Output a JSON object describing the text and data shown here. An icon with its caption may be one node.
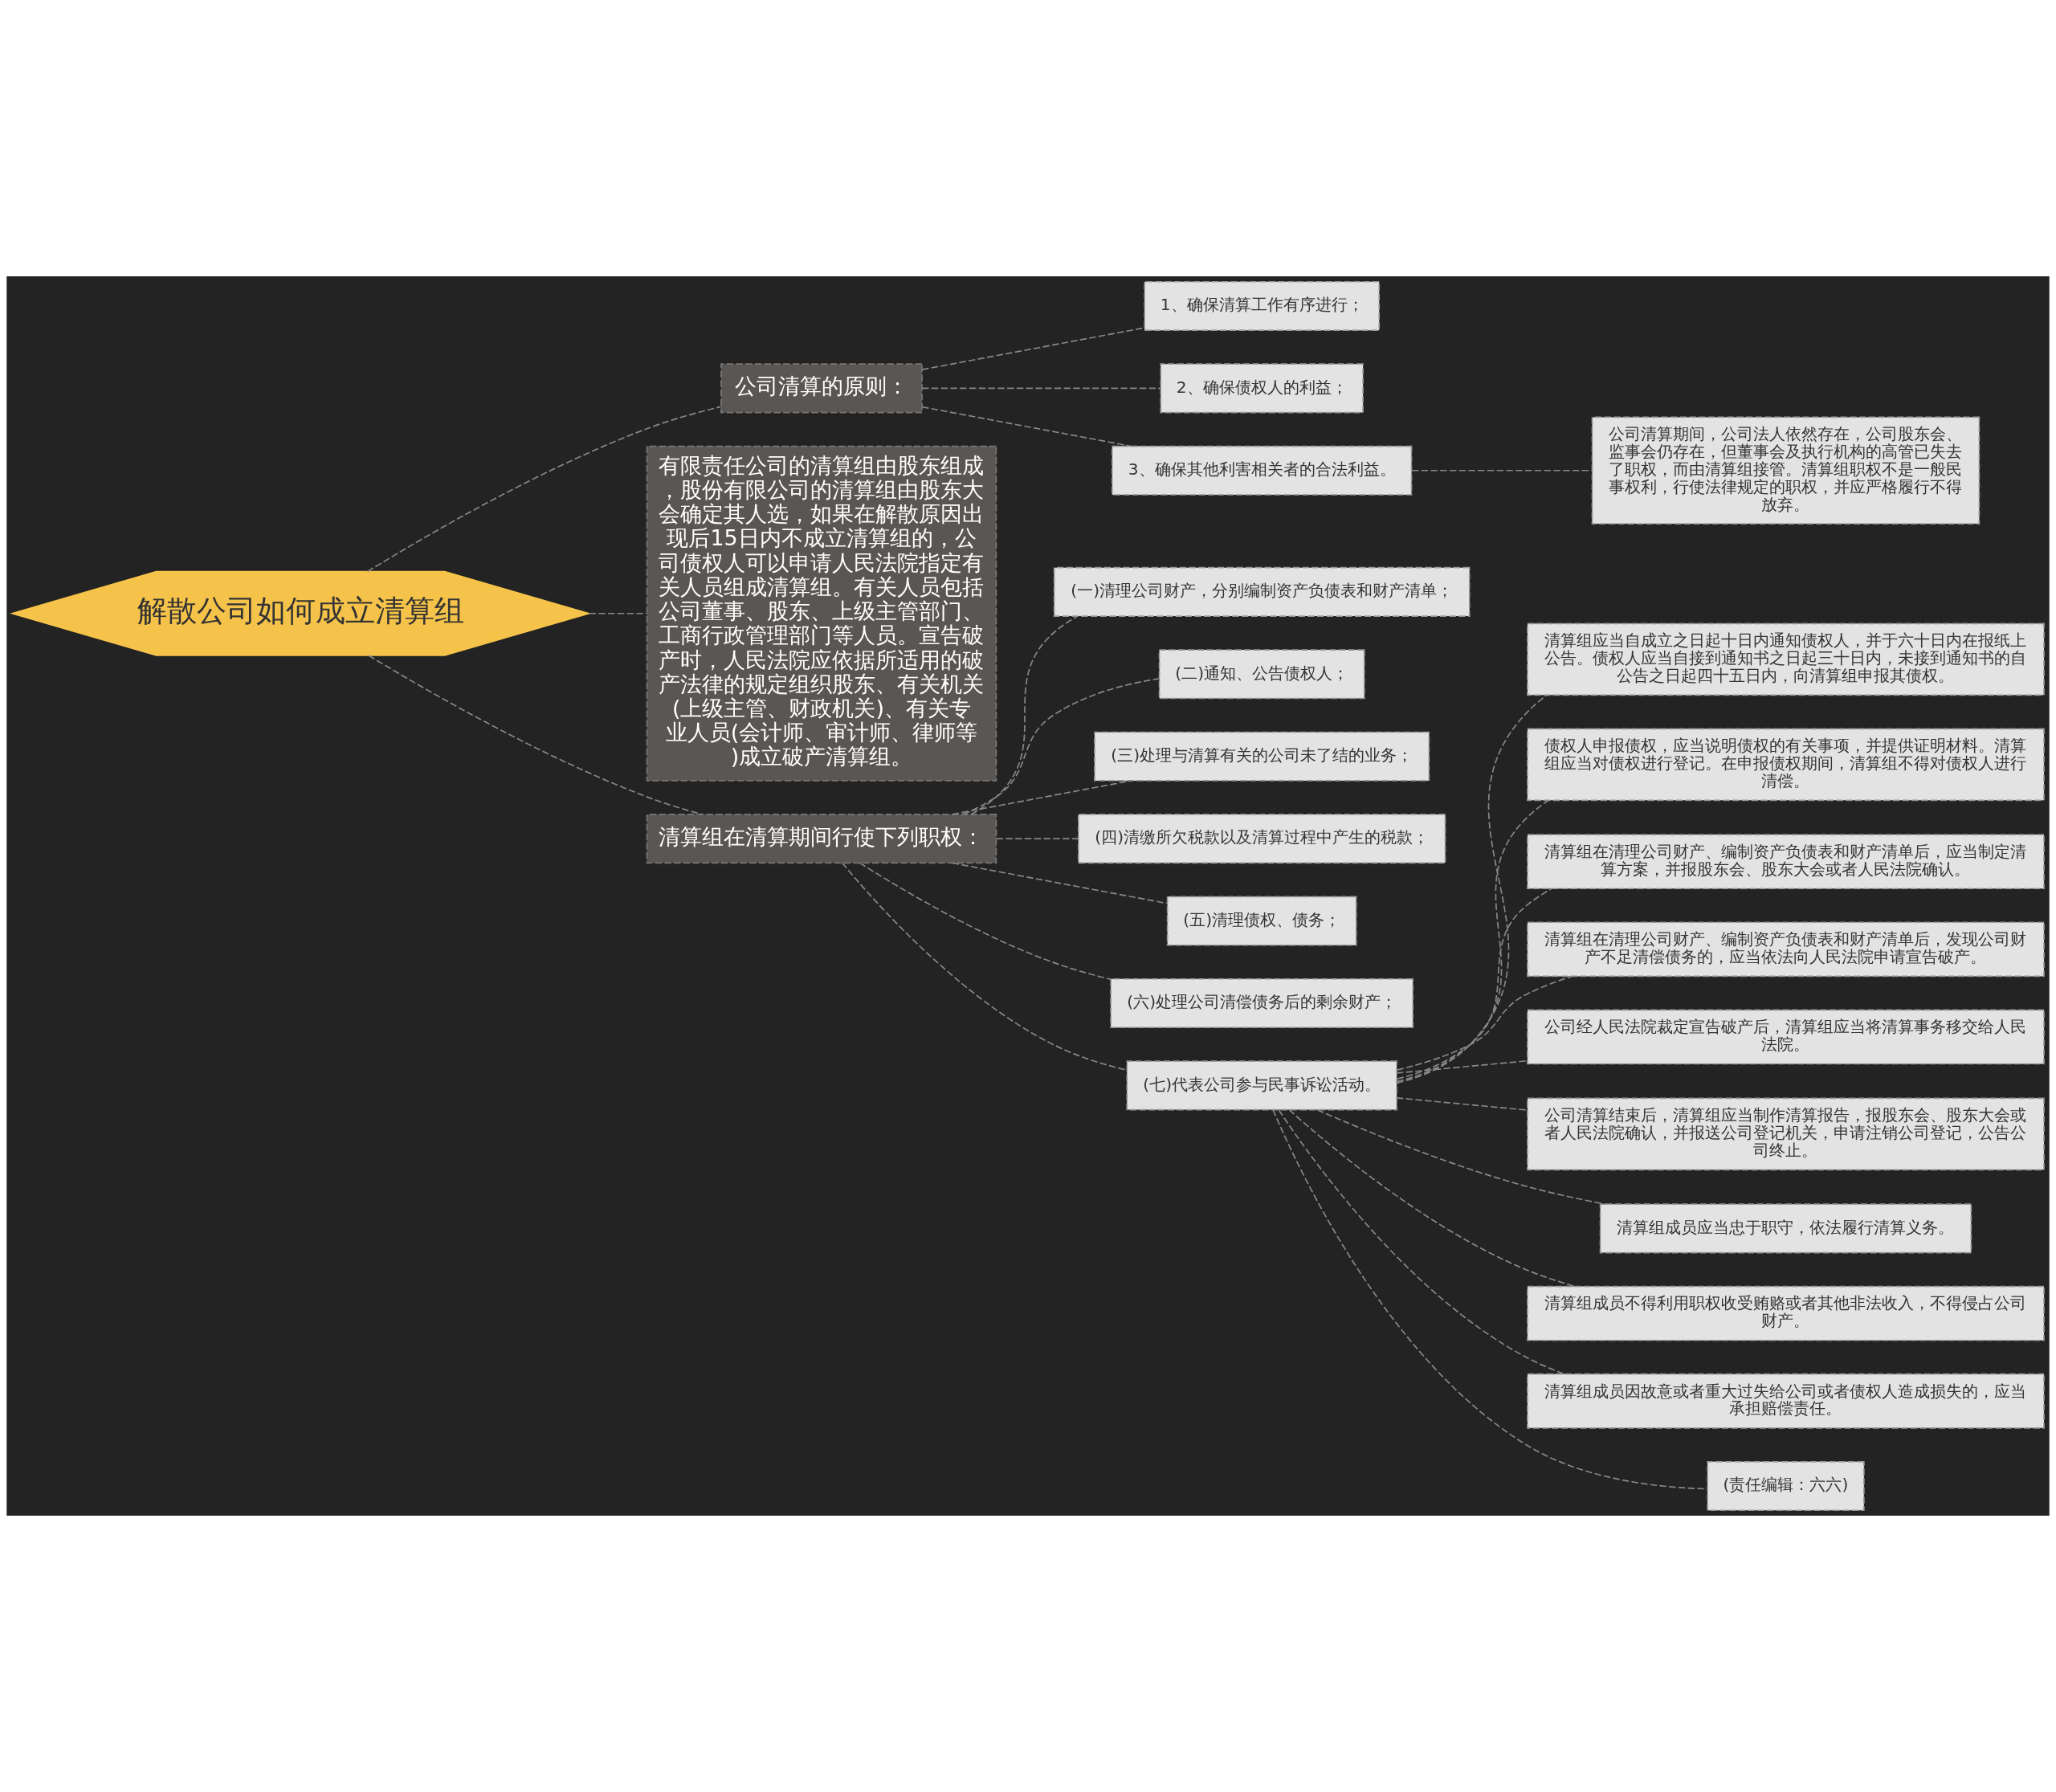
{
  "diagram": {
    "nodes": [
      {
        "text": [
          "解散公司如何成立清算组"
        ]
      },
      {
        "text": [
          "公司清算的原则："
        ]
      },
      {
        "text": [
          "1、确保清算工作有序进行；"
        ]
      },
      {
        "text": [
          "2、确保债权人的利益；"
        ]
      },
      {
        "text": [
          "3、确保其他利害相关者的合法利益。"
        ]
      },
      {
        "text": [
          "公司清算期间，公司法人依然存在，公司股东会、监事会仍存在，但董事会及执行机构的高管已失去了职权，而由清算组接管。清算组职权不是一般民事权利，行使法律规定的职权，并应严格履行不得放弃。"
        ]
      },
      {
        "text": [
          "有限责任公司的清算组由股东组成，股份有限公司的清算组由股东大会确定其人选，如果在解散原因出现后15日内不成立清算组的，公司债权人可以申请人民法院指定有关人员组成清算组。有关人员包括公司董事、股东、上级主管部门、工商行政管理部门等人员。宣告破产时，人民法院应依据所适用的破产法律的规定组织股东、有关机关(上级主管、财政机关)、有关专业人员(会计师、审计师、律师等)成立破产清算组。"
        ]
      },
      {
        "text": [
          "清算组在清算期间行使下列职权："
        ]
      },
      {
        "text": [
          "(一)清理公司财产，分别编制资产负债表和财产清单；"
        ]
      },
      {
        "text": [
          "(二)通知、公告债权人；"
        ]
      },
      {
        "text": [
          "(三)处理与清算有关的公司未了结的业务；"
        ]
      },
      {
        "text": [
          "(四)清缴所欠税款以及清算过程中产生的税款；"
        ]
      },
      {
        "text": [
          "(五)清理债权、债务；"
        ]
      },
      {
        "text": [
          "(六)处理公司清偿债务后的剩余财产；"
        ]
      },
      {
        "text": [
          "(七)代表公司参与民事诉讼活动。"
        ]
      },
      {
        "text": [
          "清算组应当自成立之日起十日内通知债权人，并于六十日内在报纸上公告。债权人应当自接到通知书之日起三十日内，未接到通知书的自公告之日起四十五日内，向清算组申报其债权。"
        ]
      },
      {
        "text": [
          "债权人申报债权，应当说明债权的有关事项，并提供证明材料。清算组应当对债权进行登记。在申报债权期间，清算组不得对债权人进行清偿。"
        ]
      },
      {
        "text": [
          "清算组在清理公司财产、编制资产负债表和财产清单后，应当制定清算方案，并报股东会、股东大会或者人民法院确认。"
        ]
      },
      {
        "text": [
          "清算组在清理公司财产、编制资产负债表和财产清单后，发现公司财产不足清偿债务的，应当依法向人民法院申请宣告破产。"
        ]
      },
      {
        "text": [
          "公司经人民法院裁定宣告破产后，清算组应当将清算事务移交给人民法院。"
        ]
      },
      {
        "text": [
          "公司清算结束后，清算组应当制作清算报告，报股东会、股东大会或者人民法院确认，并报送公司登记机关，申请注销公司登记，公告公司终止。"
        ]
      },
      {
        "text": [
          "清算组成员应当忠于职守，依法履行清算义务。"
        ]
      },
      {
        "text": [
          "清算组成员不得利用职权收受贿赂或者其他非法收入，不得侵占公司财产。"
        ]
      },
      {
        "text": [
          "清算组成员因故意或者重大过失给公司或者债权人造成损失的，应当承担赔偿责任。"
        ]
      },
      {
        "text": [
          "(责任编辑：六六)"
        ]
      }
    ],
    "edges": [
      {
        "from": 0,
        "to": 1,
        "arrow": "none",
        "style": "dashed"
      },
      {
        "from": 1,
        "to": 2,
        "arrow": "none",
        "style": "dashed"
      },
      {
        "from": 1,
        "to": 3,
        "arrow": "none",
        "style": "dashed"
      },
      {
        "from": 1,
        "to": 4,
        "arrow": "none",
        "style": "dashed"
      },
      {
        "from": 4,
        "to": 5,
        "arrow": "none",
        "style": "dashed"
      },
      {
        "from": 0,
        "to": 6,
        "arrow": "none",
        "style": "dashed"
      },
      {
        "from": 0,
        "to": 7,
        "arrow": "none",
        "style": "dashed"
      },
      {
        "from": 7,
        "to": 8,
        "arrow": "none",
        "style": "dashed"
      },
      {
        "from": 7,
        "to": 9,
        "arrow": "none",
        "style": "dashed"
      },
      {
        "from": 7,
        "to": 10,
        "arrow": "none",
        "style": "dashed"
      },
      {
        "from": 7,
        "to": 11,
        "arrow": "none",
        "style": "dashed"
      },
      {
        "from": 7,
        "to": 12,
        "arrow": "none",
        "style": "dashed"
      },
      {
        "from": 7,
        "to": 13,
        "arrow": "none",
        "style": "dashed"
      },
      {
        "from": 7,
        "to": 14,
        "arrow": "none",
        "style": "dashed"
      },
      {
        "from": 14,
        "to": 15,
        "arrow": "none",
        "style": "dashed"
      },
      {
        "from": 14,
        "to": 16,
        "arrow": "none",
        "style": "dashed"
      },
      {
        "from": 14,
        "to": 17,
        "arrow": "none",
        "style": "dashed"
      },
      {
        "from": 14,
        "to": 18,
        "arrow": "none",
        "style": "dashed"
      },
      {
        "from": 14,
        "to": 19,
        "arrow": "none",
        "style": "dashed"
      },
      {
        "from": 14,
        "to": 20,
        "arrow": "none",
        "style": "dashed"
      },
      {
        "from": 14,
        "to": 21,
        "arrow": "none",
        "style": "dashed"
      },
      {
        "from": 14,
        "to": 22,
        "arrow": "none",
        "style": "dashed"
      },
      {
        "from": 14,
        "to": 23,
        "arrow": "none",
        "style": "dashed"
      },
      {
        "from": 14,
        "to": 24,
        "arrow": "none",
        "style": "dashed"
      }
    ]
  }
}
